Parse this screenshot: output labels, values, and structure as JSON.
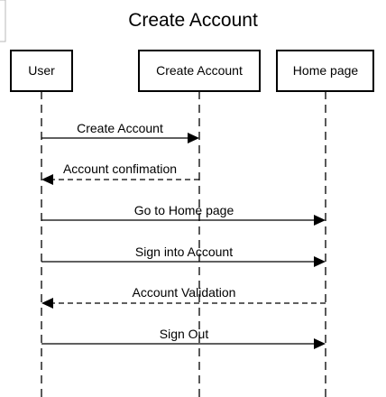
{
  "diagram": {
    "title": "Create Account",
    "participants": [
      {
        "id": "user",
        "label": "User"
      },
      {
        "id": "create",
        "label": "Create Account"
      },
      {
        "id": "home",
        "label": "Home page"
      }
    ],
    "messages": [
      {
        "from": "user",
        "to": "create",
        "label": "Create Account",
        "style": "solid"
      },
      {
        "from": "create",
        "to": "user",
        "label": "Account confimation",
        "style": "dashed"
      },
      {
        "from": "user",
        "to": "home",
        "label": "Go to Home page",
        "style": "solid"
      },
      {
        "from": "user",
        "to": "home",
        "label": "Sign into Account",
        "style": "solid"
      },
      {
        "from": "home",
        "to": "user",
        "label": "Account Validation",
        "style": "dashed"
      },
      {
        "from": "user",
        "to": "home",
        "label": "Sign Out",
        "style": "solid"
      }
    ]
  },
  "colors": {
    "stroke": "#000000",
    "background": "#ffffff",
    "corner_mark": "#b8b8b8"
  }
}
